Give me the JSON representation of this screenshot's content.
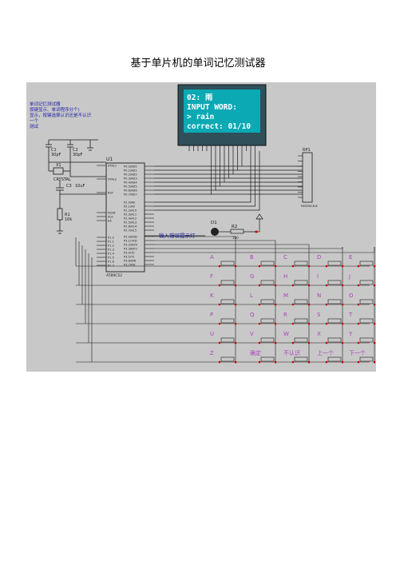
{
  "page": {
    "title": "基于单片机的单词记忆测试器"
  },
  "notes": [
    "单词记忆测试器",
    "按键显示、单词程序分个)",
    "显示，按键选择认识还是不认识",
    "一个",
    "测试"
  ],
  "lcd": {
    "line1": "02: 雨",
    "line2": "INPUT WORD:",
    "line3": "> rain",
    "line4": "correct: 01/10"
  },
  "components": {
    "c1": "C1",
    "c1_val": "30pF",
    "c2": "C2",
    "c2_val": "30pF",
    "x1": "X1",
    "x1_val": "CRYSTAL",
    "c3": "C3",
    "c3_val": "10uF",
    "r1": "R1",
    "r1_val": "10k",
    "d1": "D1",
    "r2": "R2",
    "r2_val": "100",
    "rp1": "RP1",
    "rp1_val": "RESPACK-8",
    "mcu": "U1",
    "mcu_val": "AT89C52",
    "led_label": "输入错误提示灯"
  },
  "mcu_pins": {
    "left": [
      "XTAL1",
      "XTAL2",
      "RST",
      "PSEN",
      "ALE",
      "EA",
      "P1.0",
      "P1.1",
      "P1.2",
      "P1.3",
      "P1.4",
      "P1.5",
      "P1.6",
      "P1.7"
    ],
    "right_p0": [
      "P0.0/AD0",
      "P0.1/AD1",
      "P0.2/AD2",
      "P0.3/AD3",
      "P0.4/AD4",
      "P0.5/AD5",
      "P0.6/AD6",
      "P0.7/AD7"
    ],
    "right_p2": [
      "P2.0/A8",
      "P2.1/A9",
      "P2.2/A10",
      "P2.3/A11",
      "P2.4/A12",
      "P2.5/A13",
      "P2.6/A14",
      "P2.7/A15"
    ],
    "right_p3": [
      "P3.0/RXD",
      "P3.1/TXD",
      "P3.2/INT0",
      "P3.3/INT1",
      "P3.4/T0",
      "P3.5/T1",
      "P3.6/WR",
      "P3.7/RD"
    ]
  },
  "keypad": [
    [
      "A",
      "B",
      "C",
      "D",
      "E"
    ],
    [
      "F",
      "G",
      "H",
      "I",
      "J"
    ],
    [
      "K",
      "L",
      "M",
      "N",
      "O"
    ],
    [
      "P",
      "Q",
      "R",
      "S",
      "T"
    ],
    [
      "U",
      "V",
      "W",
      "X",
      "Y"
    ],
    [
      "Z",
      "确定",
      "不认识",
      "上一个",
      "下一个"
    ]
  ],
  "colors": {
    "sheet": "#c8c8c8",
    "lcd_bg": "#0aa9b3",
    "lcd_text": "#ffffff",
    "wire": "#1a1a1a",
    "label": "#1a1aa8",
    "key_label": "#b040c0",
    "red": "#c00000"
  }
}
